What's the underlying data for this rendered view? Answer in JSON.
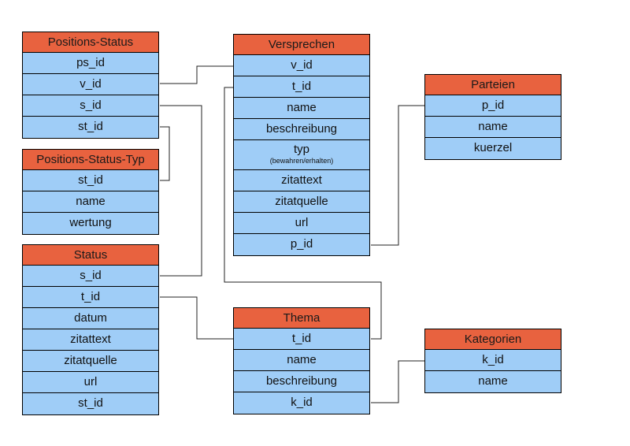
{
  "tables": {
    "positions_status": {
      "title": "Positions-Status",
      "fields": [
        "ps_id",
        "v_id",
        "s_id",
        "st_id"
      ]
    },
    "positions_status_typ": {
      "title": "Positions-Status-Typ",
      "fields": [
        "st_id",
        "name",
        "wertung"
      ]
    },
    "status": {
      "title": "Status",
      "fields": [
        "s_id",
        "t_id",
        "datum",
        "zitattext",
        "zitatquelle",
        "url",
        "st_id"
      ]
    },
    "versprechen": {
      "title": "Versprechen",
      "fields": [
        "v_id",
        "t_id",
        "name",
        "beschreibung",
        "typ",
        "zitattext",
        "zitatquelle",
        "url",
        "p_id"
      ],
      "typ_note": "(bewahren/erhalten)"
    },
    "parteien": {
      "title": "Parteien",
      "fields": [
        "p_id",
        "name",
        "kuerzel"
      ]
    },
    "thema": {
      "title": "Thema",
      "fields": [
        "t_id",
        "name",
        "beschreibung",
        "k_id"
      ]
    },
    "kategorien": {
      "title": "Kategorien",
      "fields": [
        "k_id",
        "name"
      ]
    }
  },
  "colors": {
    "header": "#e8623f",
    "row": "#9fcdf7",
    "border": "#000000"
  }
}
